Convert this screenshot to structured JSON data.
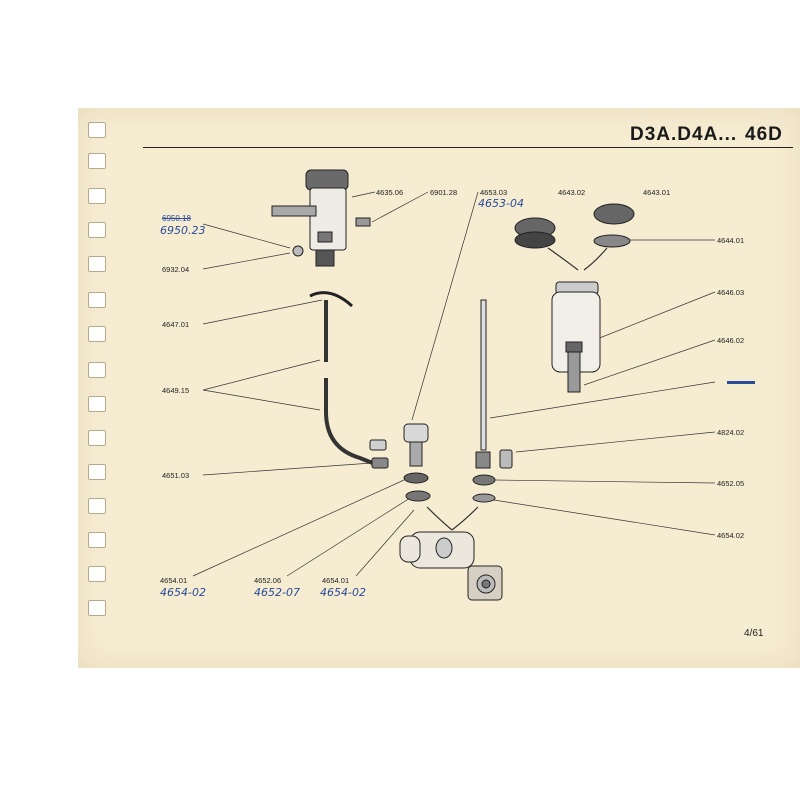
{
  "header": {
    "model": "D3A.D4A...",
    "section": "46D"
  },
  "page_number": "4/61",
  "part_labels": {
    "p463506": "4635.06",
    "p690128": "6901.28",
    "p465303": "4653.03",
    "p464302": "4643.02",
    "p464301": "4643.01",
    "p695018": "6950.18",
    "p693204": "6932.04",
    "p464401": "4644.01",
    "p464701": "4647.01",
    "p464603": "4646.03",
    "p464602": "4646.02",
    "p464915": "4649.15",
    "p482402": "4824.02",
    "p465103": "4651.03",
    "p465205": "4652.05",
    "p465402": "4654.02",
    "p465401a": "4654.01",
    "p465206": "4652.06",
    "p465401b": "4654.01"
  },
  "handwritten": {
    "h465304": "4653-04",
    "h695023": "6950.23",
    "h465402a": "4654-02",
    "h465207": "4652-07",
    "h465402b": "4654-02"
  },
  "colors": {
    "paper": "#f6ecd2",
    "ink": "#222222",
    "annotation_ink": "#2a4b9a"
  }
}
